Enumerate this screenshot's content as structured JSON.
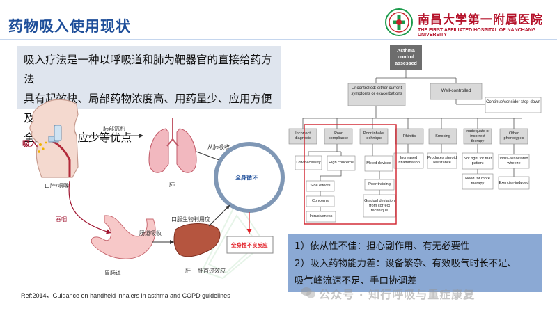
{
  "header": {
    "title": "药物吸入使用现状",
    "hospital_cn": "南昌大学第一附属医院",
    "hospital_en": "THE FIRST AFFILIATED HOSPITAL OF NANCHANG UNIVERSITY"
  },
  "intro": {
    "lines": [
      "吸入疗法是一种以呼吸道和肺为靶器官的直接给药方法",
      "具有起效快、局部药物浓度高、用药量少、应用方便及",
      "全身不良反应少等优点"
    ]
  },
  "pathway": {
    "inhale": "吸入",
    "mouth": "口腔/咽喉",
    "swallow": "吞咽",
    "gi": "胃肠道",
    "lung_deposit": "肺部沉积",
    "lung": "肺",
    "lung_absorb": "从肺吸收",
    "systemic": "全身循环",
    "oral_bio": "口服生物利用度",
    "gut_absorb": "肠道吸收",
    "liver": "肝",
    "first_pass": "肝首过效应",
    "adverse": "全身性不良反应"
  },
  "reference": "Ref:2014，Guidance on handheld inhalers in asthma and COPD guidelines",
  "flowchart": {
    "root": "Asthma control assessed",
    "uncontrolled": "Uncontrolled: either current symptoms or exacerbations",
    "well": "Well-controlled",
    "continue": "Continue/consider step-down",
    "causes": [
      "Incorrect diagnosis",
      "Poor compliance",
      "Poor inhaler technique",
      "Rhinitis",
      "Smoking",
      "Inadequate or incorrect therapy",
      "Other phenotypes"
    ],
    "compliance_sub": [
      "Low necessity",
      "High concerns"
    ],
    "concerns_sub": [
      "Side effects",
      "Concerns",
      "Intrusiveness"
    ],
    "technique_sub": [
      "Mixed devices",
      "Poor training",
      "Gradual deviation from correct technique"
    ],
    "rhinitis_sub": "Increased inflammation",
    "smoking_sub": "Produces steroid resistance",
    "therapy_sub": [
      "Not right for that patient",
      "Need for more therapy"
    ],
    "phenotype_sub": [
      "Virus-associated wheeze",
      "Exercise-induced"
    ]
  },
  "findings": {
    "lines": [
      "1）依从性不佳：担心副作用、有无必要性",
      "2）吸入药物能力差：设备繁杂、有效吸气时长不足、",
      "吸气峰流速不足、手口协调差"
    ]
  },
  "watermark": "公众号 · 知行呼吸与重症康复",
  "colors": {
    "title": "#1f4f9a",
    "brand_red": "#b5122a",
    "intro_bg": "#dfe5ee",
    "findings_bg": "#8ba9d4",
    "highlight": "#d0202a"
  }
}
